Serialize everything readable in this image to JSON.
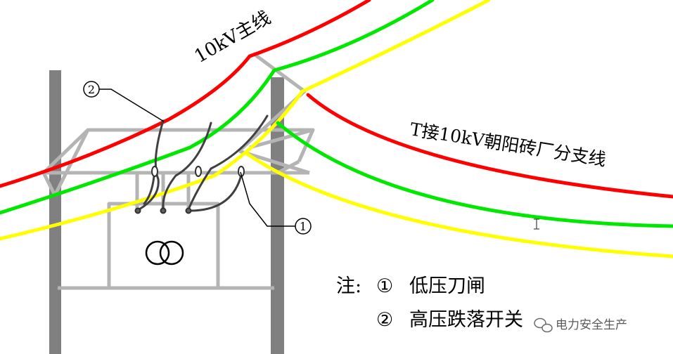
{
  "labels": {
    "main_line": "10kV主线",
    "branch_line": "T接10kV朝阳砖厂分支线",
    "callout_1": "①",
    "callout_2": "②"
  },
  "legend": {
    "prefix": "注:",
    "items": [
      {
        "marker": "①",
        "text": "低压刀闸"
      },
      {
        "marker": "②",
        "text": "高压跌落开关"
      }
    ]
  },
  "watermark": {
    "text": "电力安全生产",
    "icon": "wechat-icon"
  },
  "transformer_symbol": "transformer-icon",
  "cursor": {
    "icon": "text-cursor-icon"
  },
  "colors": {
    "phase_red": "#ff0000",
    "phase_green": "#00e800",
    "phase_yellow": "#ffff00",
    "pole": "#808080",
    "crossarm": "#b4b4b4",
    "text": "#000000"
  }
}
